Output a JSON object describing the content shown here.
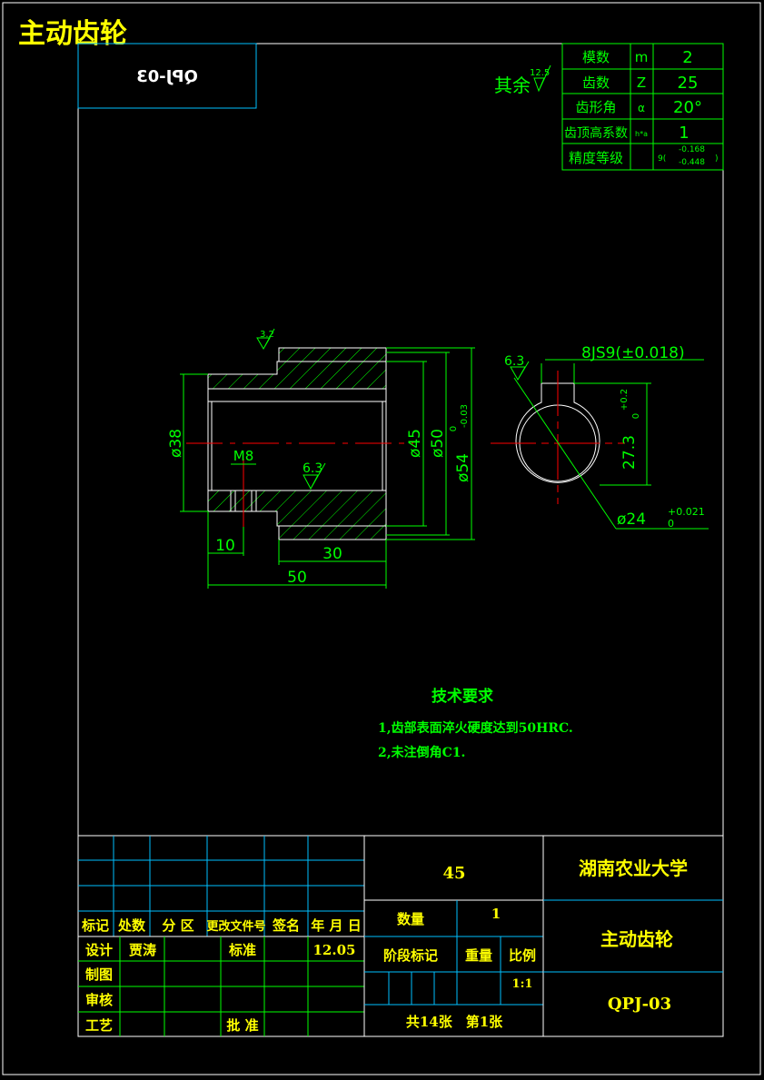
{
  "title": "主动齿轮",
  "mirrored_code": "QPJ-03",
  "roughness_note": {
    "label": "其余",
    "value": "12.5"
  },
  "gear_params": [
    {
      "name": "模数",
      "symbol": "m",
      "value": "2"
    },
    {
      "name": "齿数",
      "symbol": "Z",
      "value": "25"
    },
    {
      "name": "齿形角",
      "symbol": "α",
      "value": "20°"
    },
    {
      "name": "齿顶高系数",
      "symbol": "h*a",
      "value": "1"
    },
    {
      "name": "精度等级",
      "symbol": "",
      "value": "9(",
      "tol_upper": "-0.168",
      "tol_lower": "-0.448",
      "tail": ")"
    }
  ],
  "section_view": {
    "roughness_top": "3.2",
    "roughness_bore": "6.3",
    "dims": {
      "d38": "ø38",
      "d45": "ø45",
      "d50": "ø50",
      "d50_tol_upper": "0",
      "d50_tol_lower": "-0.03",
      "d54": "ø54",
      "thread": "M8",
      "len10": "10",
      "len30": "30",
      "len50": "50"
    }
  },
  "end_view": {
    "roughness": "6.3",
    "keyway": "8JS9(±0.018)",
    "depth": "27.3",
    "depth_tol_upper": "+0.2",
    "depth_tol_lower": "0",
    "bore": "ø24",
    "bore_tol_upper": "+0.021",
    "bore_tol_lower": "0"
  },
  "tech_requirements": {
    "heading": "技术要求",
    "items": [
      "1,齿部表面淬火硬度达到50HRC.",
      "2,未注倒角C1."
    ]
  },
  "title_block": {
    "material": "45",
    "school": "湖南农业大学",
    "drawing_name": "主动齿轮",
    "drawing_code": "QPJ-03",
    "qty_label": "数量",
    "qty_value": "1",
    "stage_label": "阶段标记",
    "weight_label": "重量",
    "scale_label": "比例",
    "scale_value": "1:1",
    "sheets": "共14张　第1张",
    "rev_headers": [
      "标记",
      "处数",
      "分 区",
      "更改文件号",
      "签名",
      "年 月 日"
    ],
    "designer_label": "设计",
    "designer": "贾涛",
    "standard_label": "标准",
    "date": "12.05",
    "drafter_label": "制图",
    "checker_label": "审核",
    "process_label": "工艺",
    "approve_label": "批 准"
  }
}
